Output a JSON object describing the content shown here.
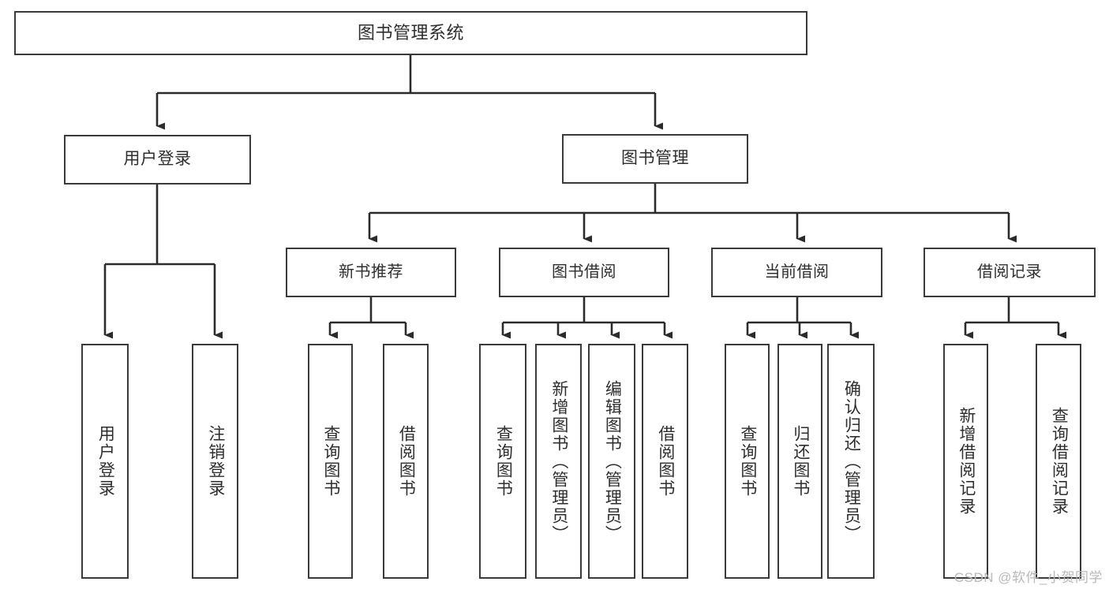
{
  "diagram": {
    "title": "图书管理系统",
    "type": "tree",
    "colors": {
      "box_border": "#3a3a3a",
      "box_fill": "#ffffff",
      "text": "#2e2e2e",
      "edge": "#2b2b2b",
      "watermark": "#b9b9b9",
      "background": "#ffffff"
    },
    "root": {
      "label": "图书管理系统"
    },
    "level1": [
      {
        "label": "用户登录"
      },
      {
        "label": "图书管理"
      }
    ],
    "level2": [
      {
        "label": "新书推荐"
      },
      {
        "label": "图书借阅"
      },
      {
        "label": "当前借阅"
      },
      {
        "label": "借阅记录"
      }
    ],
    "leaves": {
      "user_login": [
        {
          "label": "用户登录"
        },
        {
          "label": "注销登录"
        }
      ],
      "new_book_recommend": [
        {
          "label": "查询图书"
        },
        {
          "label": "借阅图书"
        }
      ],
      "book_borrow": [
        {
          "label": "查询图书"
        },
        {
          "label": "新增图书（管理员）"
        },
        {
          "label": "编辑图书（管理员）"
        },
        {
          "label": "借阅图书"
        }
      ],
      "current_borrow": [
        {
          "label": "查询图书"
        },
        {
          "label": "归还图书"
        },
        {
          "label": "确认归还（管理员）"
        }
      ],
      "borrow_record": [
        {
          "label": "新增借阅记录"
        },
        {
          "label": "查询借阅记录"
        }
      ]
    }
  },
  "watermark": {
    "text": "CSDN @软件_小贺同学"
  }
}
